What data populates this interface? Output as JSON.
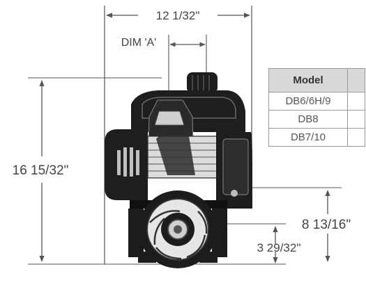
{
  "dimensions": {
    "overall_width": "12 1/32\"",
    "dim_a": "DIM 'A'",
    "overall_height": "16 15/32\"",
    "outlet_height": "8 13/16\"",
    "inlet_height": "3 29/32\""
  },
  "table": {
    "header": "Model",
    "rows": [
      "DB6/6H/9",
      "DB8",
      "DB7/10"
    ]
  },
  "colors": {
    "line": "#555555",
    "engine_dark": "#1e1e1e",
    "header_bg": "#d9d9d9"
  }
}
